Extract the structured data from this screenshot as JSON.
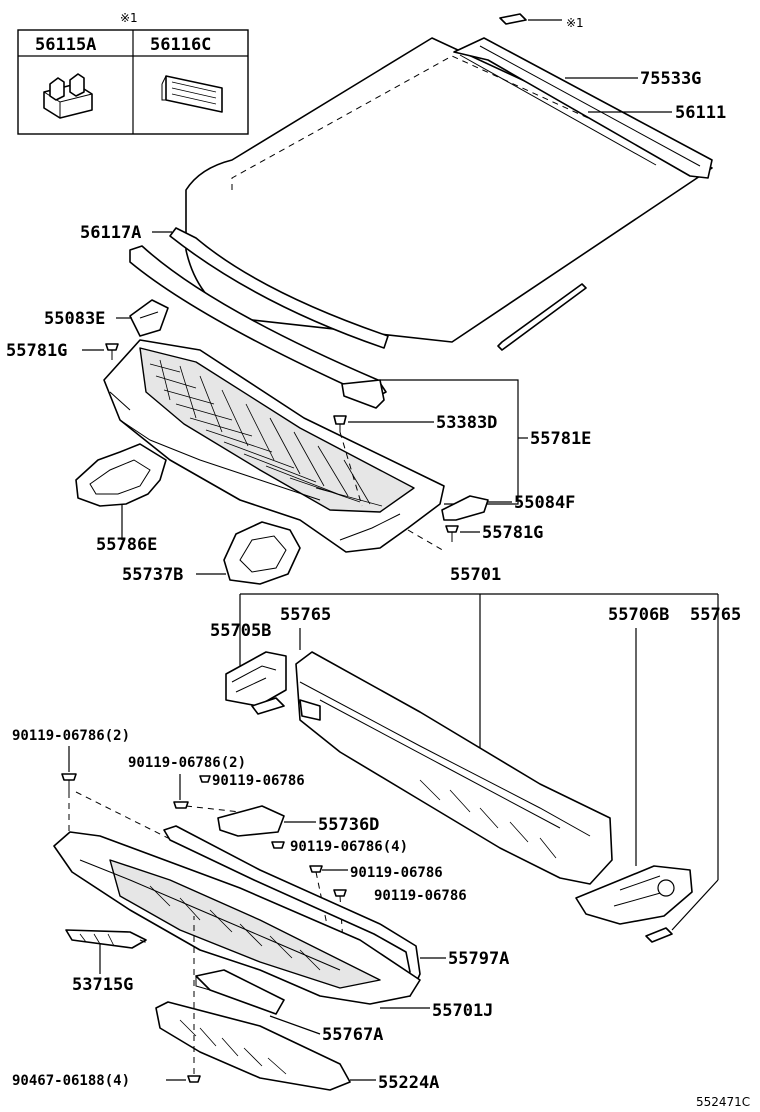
{
  "diagram_id": "552471C",
  "note_mark": "※1",
  "inset": {
    "note_mark": "※1",
    "col_left": "56115A",
    "col_right": "56116C"
  },
  "labels": {
    "p75533G": "75533G",
    "p56111": "56111",
    "p56117A": "56117A",
    "p55083E": "55083E",
    "p55781G_top": "55781G",
    "p53383D": "53383D",
    "p55781E": "55781E",
    "p55084F": "55084F",
    "p55781G_mid": "55781G",
    "p55786E": "55786E",
    "p55701": "55701",
    "p55737B": "55737B",
    "p55765_left": "55765",
    "p55705B": "55705B",
    "p55706B": "55706B",
    "p55765_right": "55765",
    "b9011906786_2a": "90119-06786(2)",
    "b9011906786_2b": "90119-06786(2)",
    "b9011906786_a": "90119-06786",
    "p55736D": "55736D",
    "b9011906786_4": "90119-06786(4)",
    "b9011906786_b": "90119-06786",
    "b9011906786_c": "90119-06786",
    "p55797A": "55797A",
    "p53715G": "53715G",
    "p55701J": "55701J",
    "p55767A": "55767A",
    "b9046706188_4": "90467-06188(4)",
    "p55224A": "55224A"
  }
}
